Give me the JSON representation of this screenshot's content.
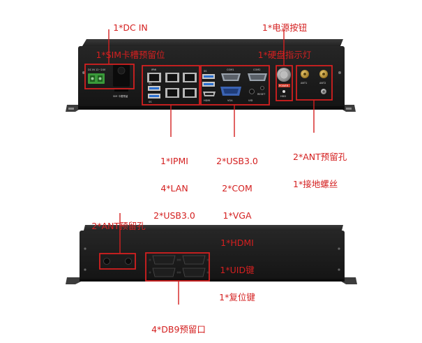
{
  "callouts": {
    "dc_sim": [
      "1*DC IN",
      "1*SIM卡槽预留位"
    ],
    "power_hdd": [
      "1*电源按钮",
      "1*硬盘指示灯"
    ],
    "ipmi_lan_usb": [
      "1*IPMI",
      "4*LAN",
      "2*USB3.0"
    ],
    "usb_com_vga": [
      "2*USB3.0",
      "2*COM",
      "1*VGA",
      "1*HDMI",
      "1*UID键",
      "1*复位键"
    ],
    "ant_ground": [
      "2*ANT预留孔",
      "1*接地螺丝"
    ],
    "ant_rear": [
      "2*ANT预留孔"
    ],
    "db9": [
      "4*DB9预留口"
    ]
  },
  "panel_print": {
    "dc_range": "DC IN 12~24V",
    "sim_slot": "SIM 卡槽预留",
    "ipmi": "IPMI",
    "ss_left_top": "SS",
    "ss_left_bottom": "SS",
    "ss_right": "SS",
    "com1": "COM1",
    "com2": "COM2",
    "hdmi": "HDMI",
    "vga": "VGA",
    "uid": "UID",
    "reset": "RESET",
    "power": "POWER",
    "hdd": "HDD",
    "ant1": "ANT1",
    "ant2": "ANT2"
  },
  "colors": {
    "callout": "#d42020",
    "chassis": "#262626",
    "chassis_face": "#1b1b1b",
    "terminal_green": "#3a9a3a",
    "usb_blue": "#2a6fd0",
    "vga_blue": "#3b63b3",
    "com_gray": "#9aa3ad",
    "power_label_red": "#d03a2a"
  }
}
